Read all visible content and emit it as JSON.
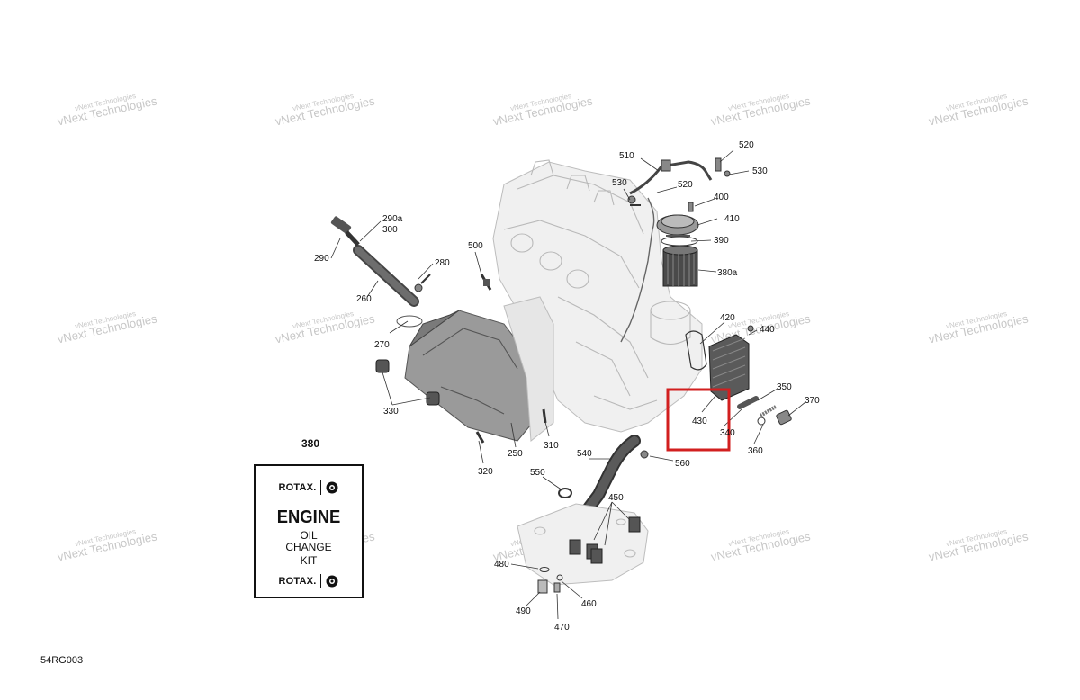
{
  "callouts": [
    {
      "id": "510",
      "text": "510"
    },
    {
      "id": "520a",
      "text": "520"
    },
    {
      "id": "530a",
      "text": "530"
    },
    {
      "id": "530b",
      "text": "530"
    },
    {
      "id": "520b",
      "text": "520"
    },
    {
      "id": "400",
      "text": "400"
    },
    {
      "id": "410",
      "text": "410"
    },
    {
      "id": "390",
      "text": "390"
    },
    {
      "id": "380a",
      "text": "380a"
    },
    {
      "id": "290a",
      "text": "290a"
    },
    {
      "id": "300",
      "text": "300"
    },
    {
      "id": "290",
      "text": "290"
    },
    {
      "id": "280",
      "text": "280"
    },
    {
      "id": "500",
      "text": "500"
    },
    {
      "id": "260",
      "text": "260"
    },
    {
      "id": "270",
      "text": "270"
    },
    {
      "id": "420",
      "text": "420"
    },
    {
      "id": "440",
      "text": "440"
    },
    {
      "id": "330",
      "text": "330"
    },
    {
      "id": "350",
      "text": "350"
    },
    {
      "id": "370",
      "text": "370"
    },
    {
      "id": "430",
      "text": "430"
    },
    {
      "id": "340",
      "text": "340"
    },
    {
      "id": "360",
      "text": "360"
    },
    {
      "id": "310",
      "text": "310"
    },
    {
      "id": "250",
      "text": "250"
    },
    {
      "id": "320",
      "text": "320"
    },
    {
      "id": "540",
      "text": "540"
    },
    {
      "id": "560",
      "text": "560"
    },
    {
      "id": "550",
      "text": "550"
    },
    {
      "id": "450",
      "text": "450"
    },
    {
      "id": "480",
      "text": "480"
    },
    {
      "id": "460",
      "text": "460"
    },
    {
      "id": "490",
      "text": "490"
    },
    {
      "id": "470",
      "text": "470"
    }
  ],
  "kit": {
    "callout": "380",
    "brand": "ROTAX.",
    "title": "ENGINE",
    "line1": "OIL",
    "line2": "CHANGE",
    "line3": "KIT"
  },
  "watermark": {
    "line1": "vNext Technologies",
    "line2": "vNext Technologies"
  },
  "document_code": "54RG003",
  "colors": {
    "highlight": "#d21f1f",
    "part_light": "#f0f0f0",
    "part_dark": "#7a7a7a"
  }
}
